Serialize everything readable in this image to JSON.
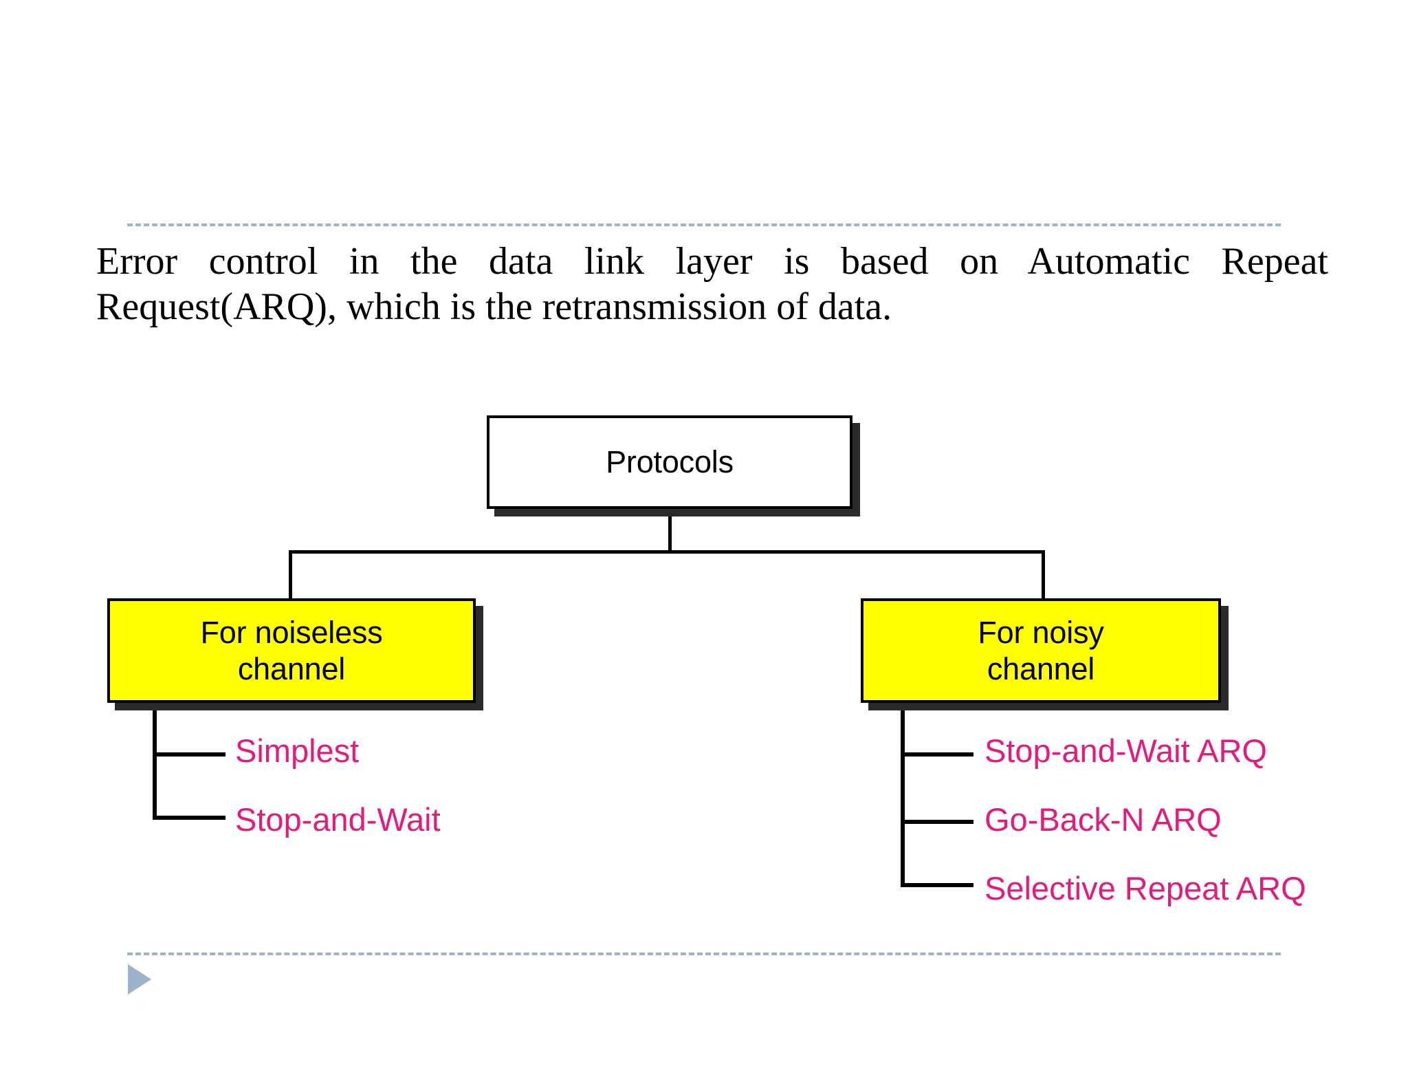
{
  "slide": {
    "background_color": "#ffffff",
    "body_text": {
      "line1": "Error control in the data link layer is based on Automatic Repeat",
      "line2": "Request(ARQ), which is the retransmission of data.",
      "full": "Error control in the data link layer is based on Automatic Repeat Request(ARQ), which is the retransmission of data.",
      "color": "#000000"
    },
    "rules": {
      "color": "#9db2cc",
      "style": "dashed"
    },
    "footer": {
      "advance_icon": "play-triangle-icon",
      "advance_icon_color": "#9db2cc"
    }
  },
  "diagram": {
    "type": "tree",
    "colors": {
      "root_fill": "#ffffff",
      "branch_fill": "#ffff00",
      "node_border": "#000000",
      "node_shadow": "#2b2b2b",
      "leaf_text": "#e51a7b",
      "connector": "#000000"
    },
    "root": {
      "label": "Protocols"
    },
    "branches": [
      {
        "id": "noiseless",
        "label_line1": "For noiseless",
        "label_line2": "channel",
        "leaves": [
          {
            "label": "Simplest"
          },
          {
            "label": "Stop-and-Wait"
          }
        ]
      },
      {
        "id": "noisy",
        "label_line1": "For noisy",
        "label_line2": "channel",
        "leaves": [
          {
            "label": "Stop-and-Wait ARQ"
          },
          {
            "label": "Go-Back-N ARQ"
          },
          {
            "label": "Selective Repeat ARQ"
          }
        ]
      }
    ]
  }
}
